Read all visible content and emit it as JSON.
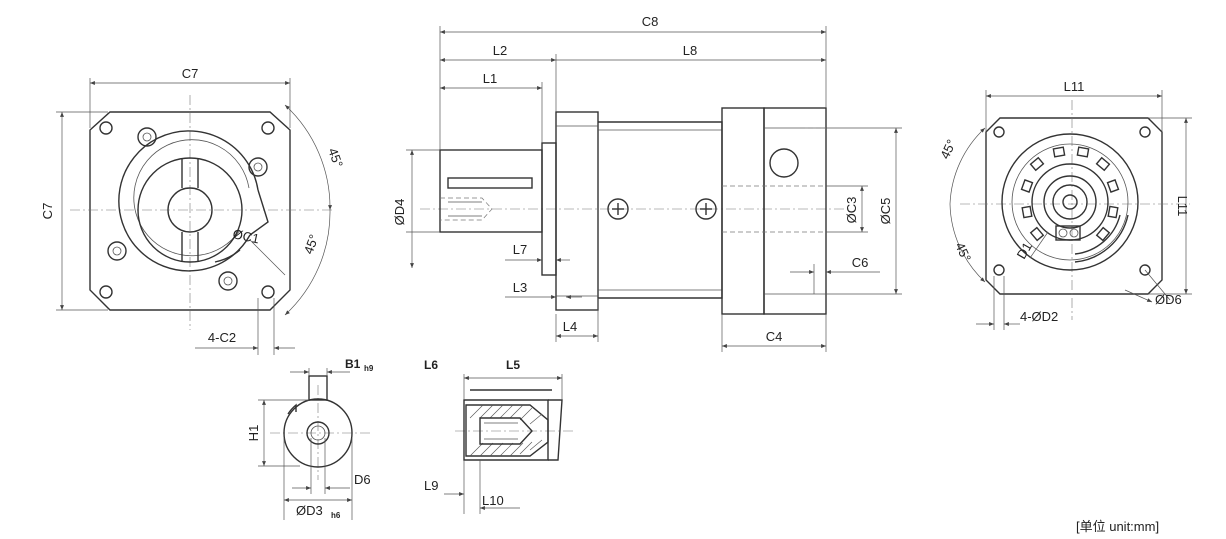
{
  "labels": {
    "c7_top": "C7",
    "c7_side": "C7",
    "c1": "ØC1",
    "deg45_upper": "45°",
    "deg45_lower": "45°",
    "c2": "4-C2",
    "c8": "C8",
    "l2": "L2",
    "l8": "L8",
    "l1": "L1",
    "d4": "ØD4",
    "l7": "L7",
    "l3": "L3",
    "l4": "L4",
    "c3": "ØC3",
    "c5": "ØC5",
    "c6": "C6",
    "c4": "C4",
    "l11_top": "L11",
    "l11_side": "L11",
    "deg45_right_upper": "45°",
    "deg45_right_lower": "45°",
    "d1": "D1",
    "d6_right": "ØD6",
    "d2": "4-ØD2",
    "b1": "B1",
    "b1_sub": "h9",
    "h1": "H1",
    "d6_key": "D6",
    "d3": "ØD3",
    "d3_sub": "h6",
    "l6": "L6",
    "l5": "L5",
    "l9": "L9",
    "l10": "L10"
  },
  "unit_note": "[单位 unit:mm]",
  "icons": {
    "screw": "cross-screw-icon"
  }
}
